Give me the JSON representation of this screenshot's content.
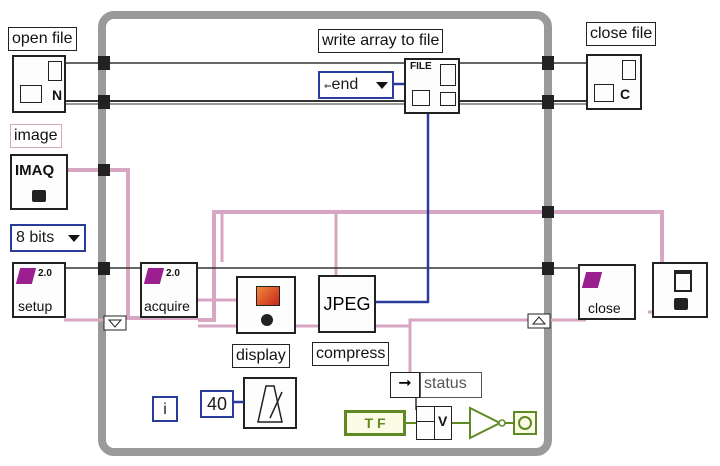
{
  "labels": {
    "open_file": "open file",
    "write_array": "write array to file",
    "close_file": "close file",
    "image": "image",
    "display": "display",
    "compress": "compress",
    "status": "status"
  },
  "controls": {
    "position_mode": "end",
    "bit_depth": "8 bits",
    "delay_value": "40",
    "iteration": "i",
    "stop_constant": "T F"
  },
  "nodes": {
    "imaq_create": "IMAQ",
    "setup": "setup",
    "acquire": "acquire",
    "close": "close",
    "jpeg": "JPEG",
    "file_tag": "FILE",
    "open_mode": "N",
    "close_mode": "C",
    "or_symbol": "V"
  },
  "colors": {
    "wire_blue": "#2a3c9a",
    "wire_pink": "#d7a6c2",
    "wire_dark": "#333333",
    "bool_green": "#5f8a23",
    "imaq_purple": "#9b1f8f",
    "loop_frame": "#9a9a9a"
  }
}
